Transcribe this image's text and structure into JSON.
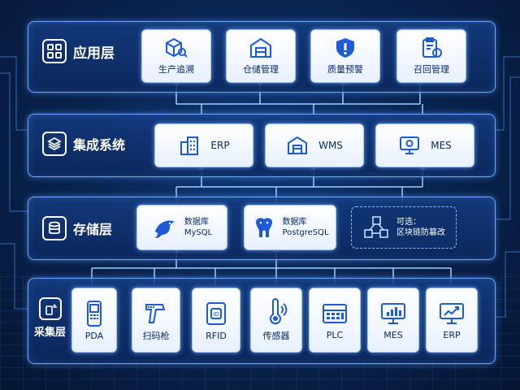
{
  "layers": {
    "application": {
      "title": "应用层",
      "items": [
        "生产追溯",
        "仓储管理",
        "质量预警",
        "召回管理"
      ]
    },
    "integration": {
      "title": "集成系统",
      "items": [
        "ERP",
        "WMS",
        "MES"
      ]
    },
    "storage": {
      "title": "存储层",
      "items": [
        {
          "line1": "数据库",
          "line2": "MySQL"
        },
        {
          "line1": "数据库",
          "line2": "PostgreSQL"
        },
        {
          "line1": "可选：",
          "line2": "区块链防篡改"
        }
      ]
    },
    "collection": {
      "title": "采集层",
      "items": [
        "PDA",
        "扫码枪",
        "RFID",
        "传感器",
        "PLC",
        "MES",
        "ERP"
      ]
    }
  },
  "colors": {
    "accent": "#6aa8ff",
    "card_text": "#0b2a66",
    "icon": "#1e5ad6"
  }
}
